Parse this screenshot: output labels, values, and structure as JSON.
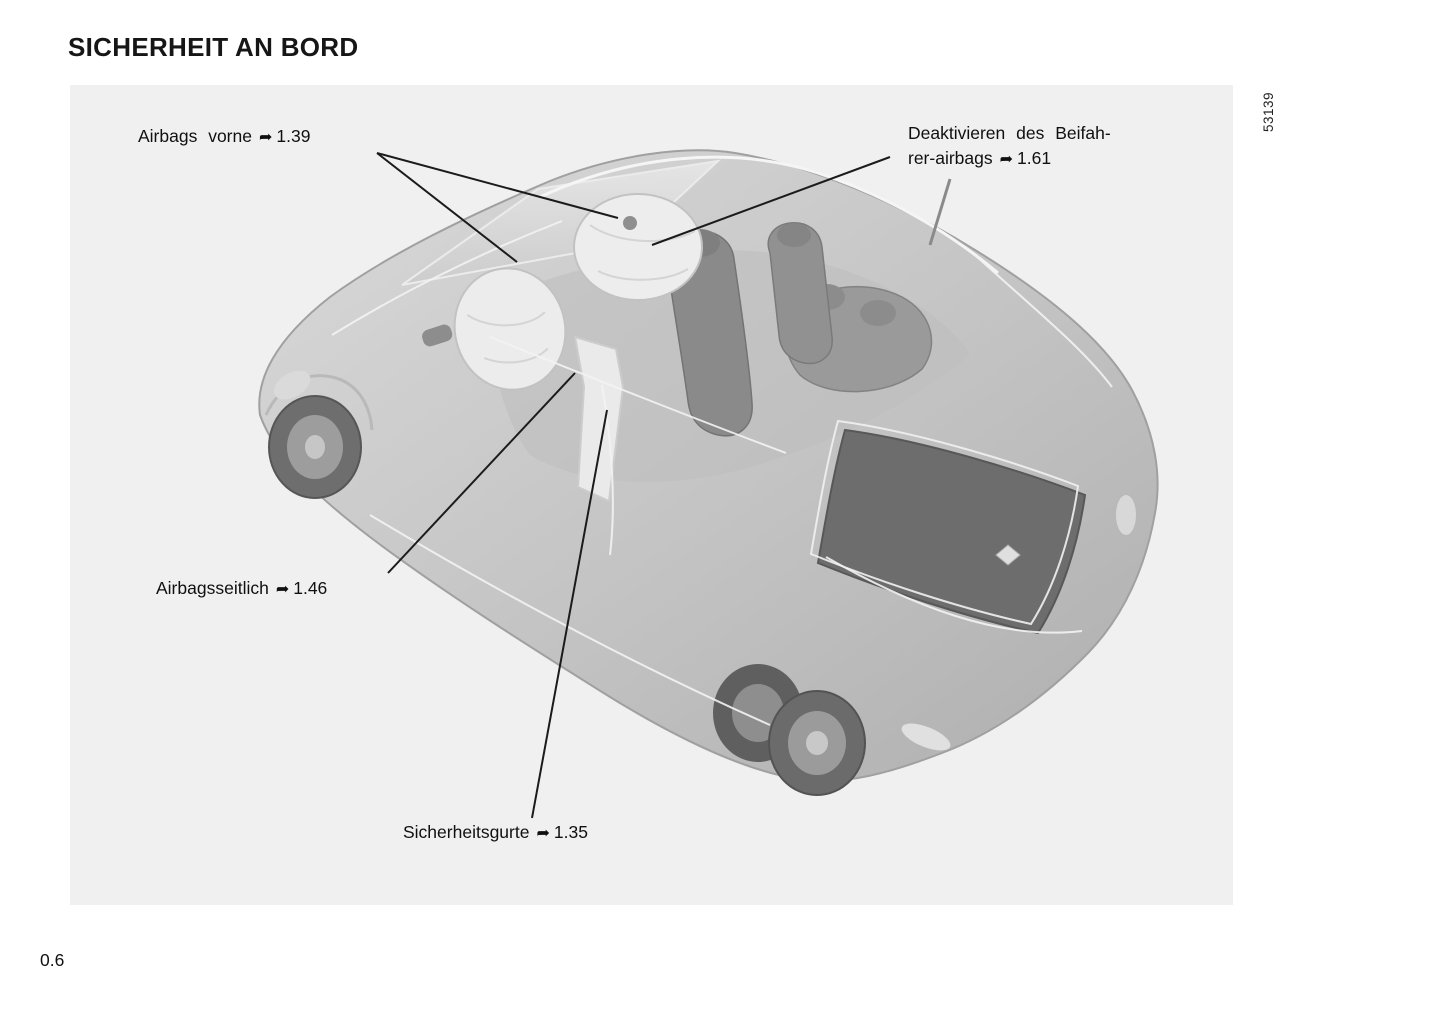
{
  "document": {
    "title": "SICHERHEIT AN BORD",
    "page_number": "0.6",
    "figure_code": "53139"
  },
  "callouts": {
    "front_airbags": {
      "text": "Airbags vorne",
      "arrow": "➦",
      "ref": "1.39"
    },
    "passenger_airbag_deactivation": {
      "line1": "Deaktivieren des Beifah-",
      "line2": "rer-airbags",
      "arrow": "➦",
      "ref": "1.61"
    },
    "side_airbags": {
      "text": "Airbagsseitlich",
      "arrow": "➦",
      "ref": "1.46"
    },
    "seatbelts": {
      "text": "Sicherheitsgurte",
      "arrow": "➦",
      "ref": "1.35"
    }
  }
}
